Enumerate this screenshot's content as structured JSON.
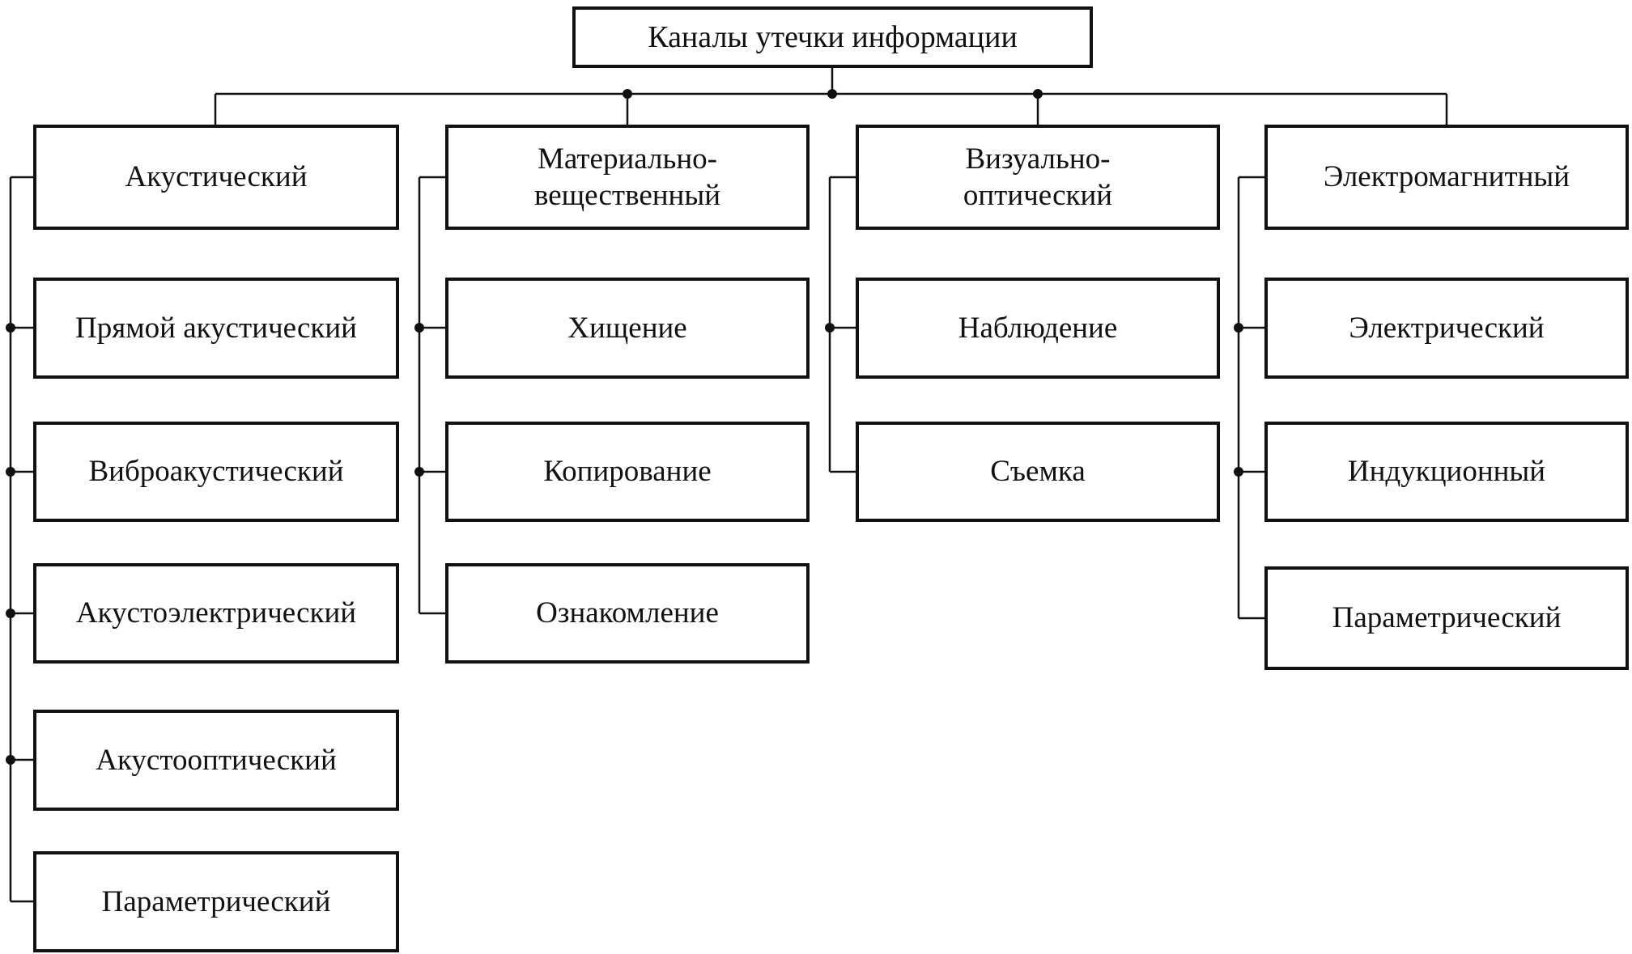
{
  "title": "Каналы утечки информации",
  "columns": [
    {
      "header": "Акустический",
      "children": [
        "Прямой акустический",
        "Виброакустический",
        "Акустоэлектрический",
        "Акустооптический",
        "Параметрический"
      ]
    },
    {
      "header": "Материально-\nвещественный",
      "children": [
        "Хищение",
        "Копирование",
        "Ознакомление"
      ]
    },
    {
      "header": "Визуально-\nоптический",
      "children": [
        "Наблюдение",
        "Съемка"
      ]
    },
    {
      "header": "Электромагнитный",
      "children": [
        "Электрический",
        "Индукционный",
        "Параметрический"
      ]
    }
  ],
  "colors": {
    "border": "#111111",
    "line": "#111111",
    "text": "#111111",
    "background": "#ffffff"
  }
}
